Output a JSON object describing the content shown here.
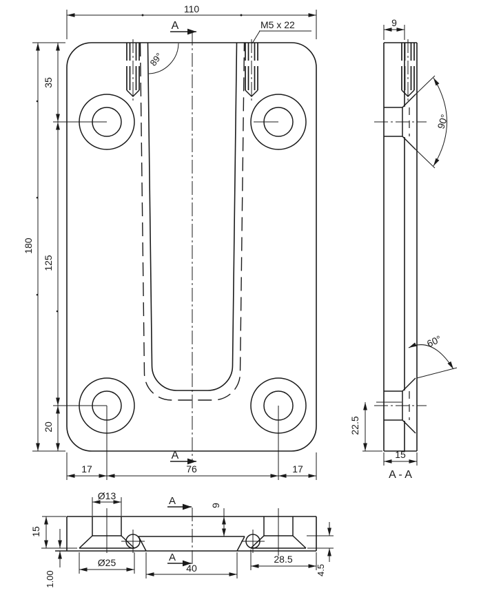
{
  "meta": {
    "background_color": "#ffffff",
    "line_color": "#1a1a1a",
    "drawing_type": "technical drawing, 3 views"
  },
  "front_view": {
    "dim_overall_width": "110",
    "dim_hole_top_offset": "35",
    "dim_overall_height": "180",
    "dim_hole_vertical_spacing": "125",
    "dim_hole_bottom_offset": "20",
    "dim_hole_left_margin": "17",
    "dim_hole_horizontal_spacing": "76",
    "dim_hole_right_margin": "17",
    "thread_callout": "M5 x 22",
    "slot_draft_angle": "89°",
    "section_arrow_top": "A",
    "section_arrow_bottom": "A"
  },
  "side_view": {
    "dim_plate_thickness": "9",
    "countersink_angle": "90°",
    "slot_taper_angle": "60°",
    "dim_bottom_offset": "22.5",
    "dim_total_thickness": "15",
    "section_title": "A - A"
  },
  "bottom_view": {
    "dim_hole_diameter": "Ø13",
    "dim_countersink_diameter": "Ø25",
    "dim_total_thickness": "15",
    "dim_pad_height": "1.00",
    "dim_slot_depth": "9",
    "dim_slot_width": "40",
    "dim_countersink_edge_distance": "28.5",
    "dim_cone_height": "4.5",
    "section_arrow_top": "A",
    "section_arrow_bottom": "A"
  }
}
